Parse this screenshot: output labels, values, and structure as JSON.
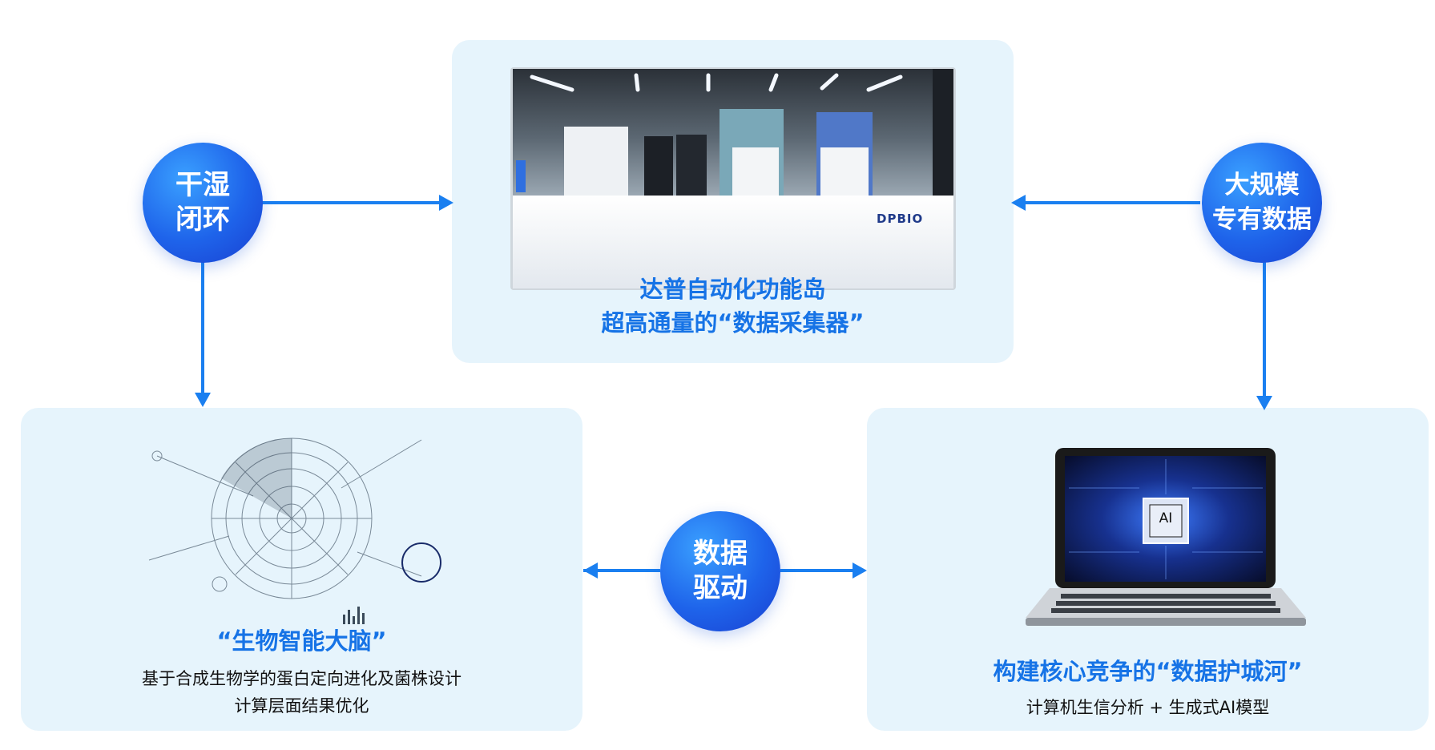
{
  "center_circle": {
    "line1": "数据",
    "line2": "驱动"
  },
  "top_left_circle": {
    "line1": "干湿",
    "line2": "闭环"
  },
  "top_right_circle": {
    "line1": "大规模",
    "line2": "专有数据"
  },
  "top_panel": {
    "title1": "达普自动化功能岛",
    "title2": "超高通量的“数据采集器”",
    "machine_logo": "DPBIO"
  },
  "left_panel": {
    "title": "“生物智能大脑”",
    "desc1": "基于合成生物学的蛋白定向进化及菌株设计",
    "desc2": "计算层面结果优化"
  },
  "right_panel": {
    "title": "构建核心竞争的“数据护城河”",
    "desc": "计算机生信分析 + 生成式AI模型",
    "chip_label": "AI"
  },
  "colors": {
    "accent": "#1673e6",
    "panel": "#e6f4fc",
    "arrow": "#1a7ff0"
  }
}
